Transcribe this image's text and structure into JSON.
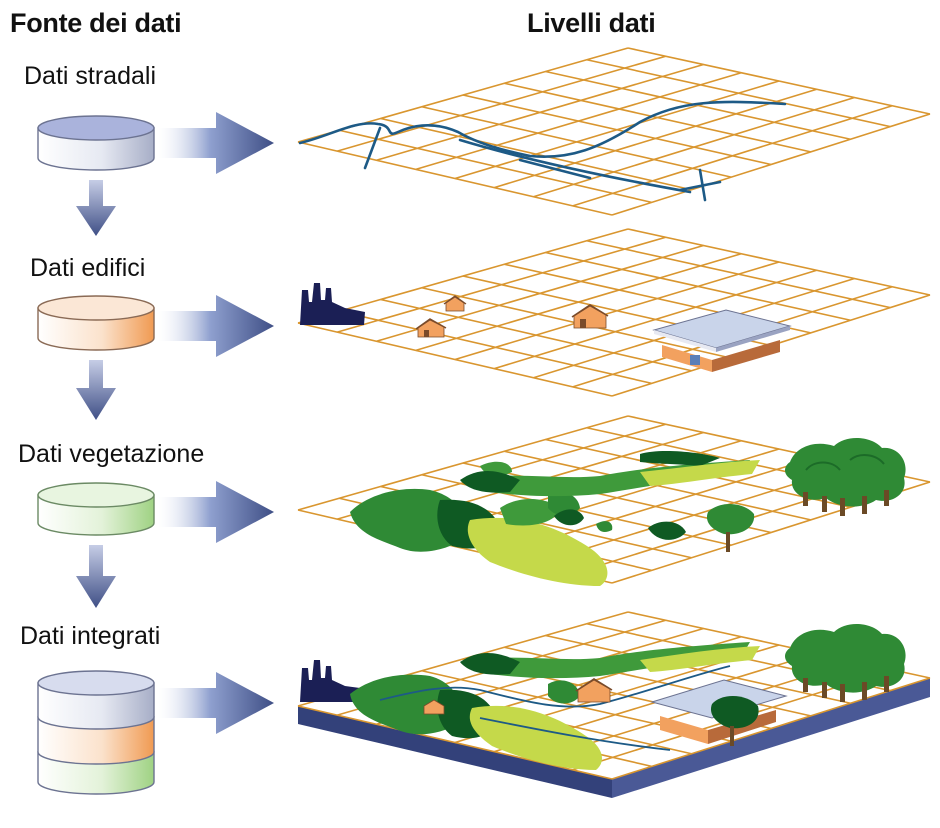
{
  "headings": {
    "source": "Fonte dei dati",
    "layers": "Livelli dati"
  },
  "sources": [
    {
      "label": "Dati stradali",
      "color": "#aab3dc"
    },
    {
      "label": "Dati edifici",
      "color": "#f2a15f"
    },
    {
      "label": "Dati vegetazione",
      "color": "#a6d88d"
    },
    {
      "label": "Dati integrati",
      "colors": [
        "#aab3dc",
        "#f2a15f",
        "#a6d88d"
      ]
    }
  ],
  "colors": {
    "grid": "#d9962f",
    "arrow": "#3f4f86",
    "road": "#1d5a86",
    "base": "#3f4e8c"
  }
}
